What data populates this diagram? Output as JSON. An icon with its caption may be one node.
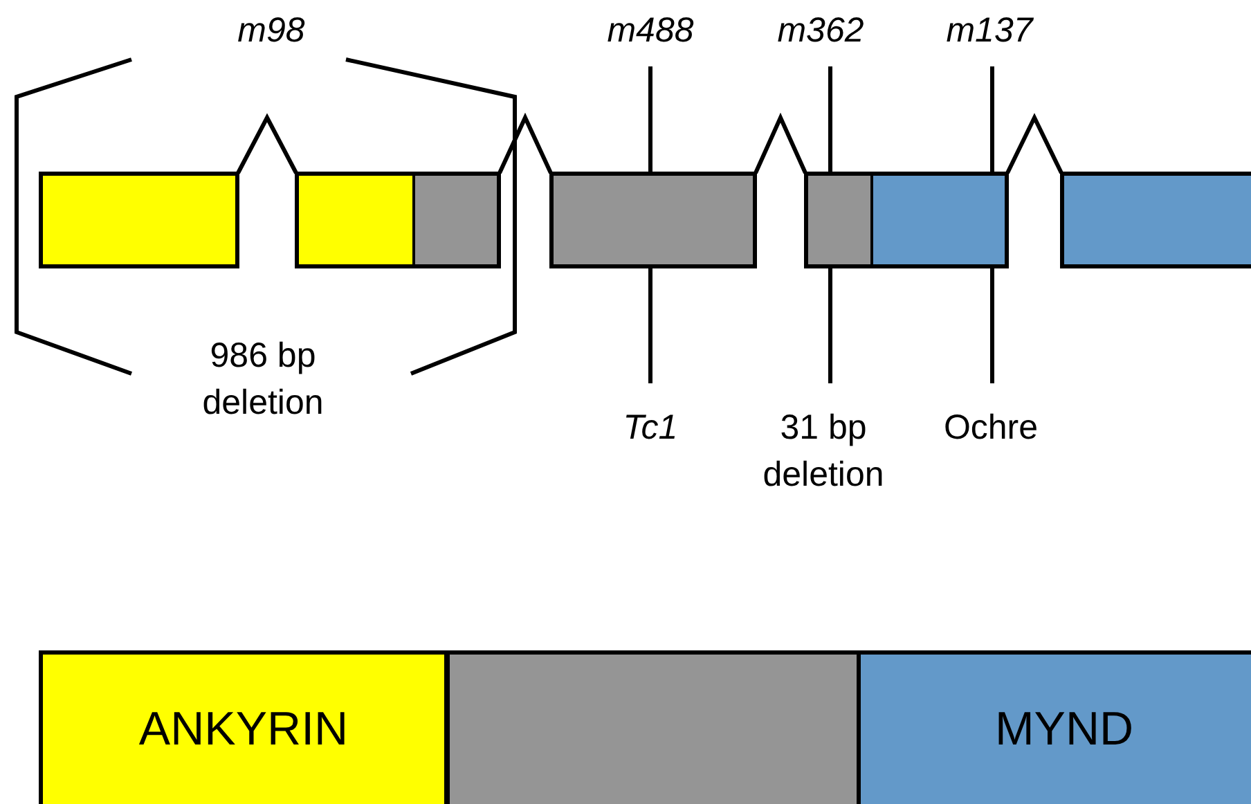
{
  "diagram": {
    "nodes": [
      {
        "text": [],
        "shape": "box"
      },
      {
        "text": [],
        "shape": "box"
      },
      {
        "text": [],
        "shape": "box"
      },
      {
        "text": [],
        "shape": "box"
      },
      {
        "text": [],
        "shape": "box"
      },
      {
        "text": [
          "ANKYRIN"
        ]
      },
      {
        "text": [],
        "shape": "box"
      },
      {
        "text": [
          "MYND"
        ]
      }
    ],
    "edges": [
      {
        "from": 0,
        "to": 1,
        "arrow": "none"
      },
      {
        "from": 1,
        "to": 2,
        "arrow": "none"
      },
      {
        "from": 2,
        "to": 3,
        "arrow": "none"
      },
      {
        "from": 3,
        "to": 4,
        "arrow": "none"
      }
    ],
    "labels": [
      "m98",
      "m488",
      "m362",
      "m137",
      "986 bp deletion",
      "Tc1",
      "31 bp deletion",
      "Ochre"
    ]
  }
}
